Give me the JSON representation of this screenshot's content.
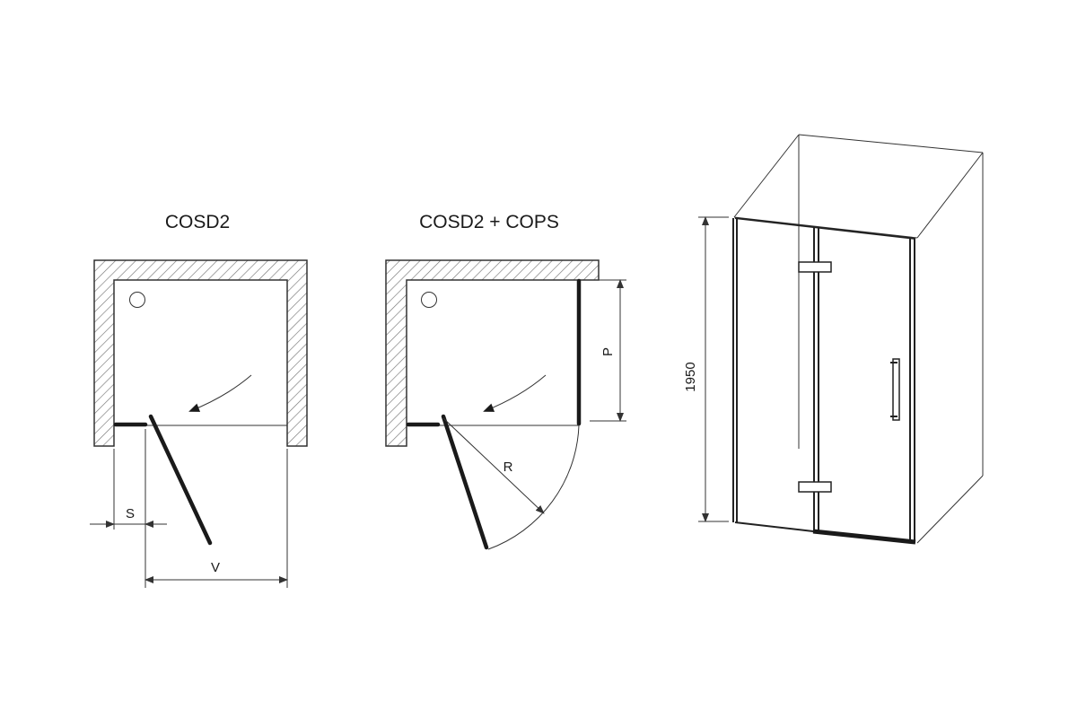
{
  "plans": [
    {
      "title": "COSD2",
      "dims": {
        "s": "S",
        "v": "V"
      }
    },
    {
      "title": "COSD2 + COPS",
      "dims": {
        "p": "P",
        "r": "R"
      }
    }
  ],
  "perspective": {
    "height_label": "1950"
  }
}
